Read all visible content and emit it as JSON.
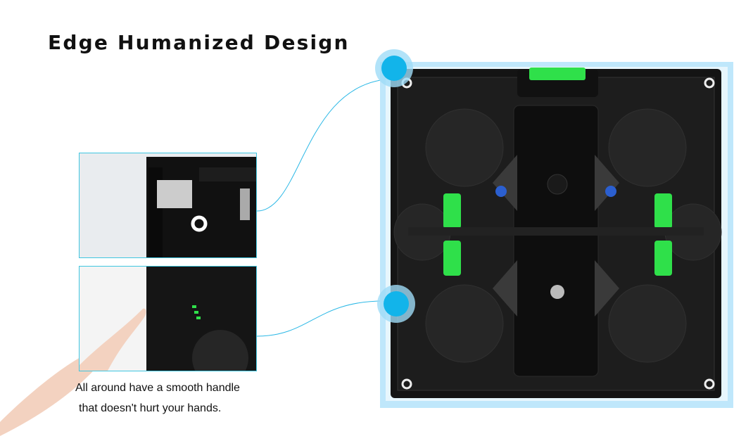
{
  "title": "Edge Humanized Design",
  "caption": {
    "line1": "All around have a smooth handle",
    "line2": "that doesn't hurt your hands."
  },
  "colors": {
    "accent": "#2bb8e6",
    "panel": "#151515",
    "handle": "#2fe04a",
    "glow": "#9fdcf7"
  }
}
